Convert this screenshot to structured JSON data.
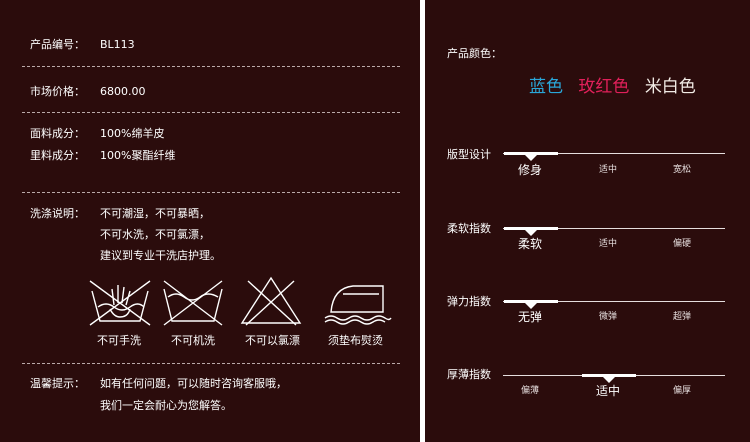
{
  "left": {
    "product_code_label": "产品编号：",
    "product_code_value": "BL113",
    "price_label": "市场价格：",
    "price_value": "6800.00",
    "fabric_label": "面料成分：",
    "fabric_value": "100%绵羊皮",
    "lining_label": "里料成分：",
    "lining_value": "100%聚酯纤维",
    "wash_label": "洗涤说明：",
    "wash_lines": [
      "不可潮湿，不可暴晒，",
      "不可水洗，不可氯漂，",
      "建议到专业干洗店护理。"
    ],
    "care_icons": [
      {
        "icon": "no-hand-wash-icon",
        "label": "不可手洗"
      },
      {
        "icon": "no-machine-wash-icon",
        "label": "不可机洗"
      },
      {
        "icon": "no-bleach-icon",
        "label": "不可以氯漂"
      },
      {
        "icon": "iron-with-cloth-icon",
        "label": "须垫布熨烫"
      }
    ],
    "tip_label": "温馨提示：",
    "tip_lines": [
      "如有任何问题，可以随时咨询客服哦，",
      "我们一定会耐心为您解答。"
    ]
  },
  "right": {
    "color_label": "产品颜色：",
    "colors": [
      {
        "name": "蓝色",
        "hex": "#2aa7d9"
      },
      {
        "name": "玫红色",
        "hex": "#e0205a"
      },
      {
        "name": "米白色",
        "hex": "#f2ece6"
      }
    ],
    "scales": [
      {
        "title": "版型设计",
        "options": [
          "修身",
          "适中",
          "宽松"
        ],
        "selected": 0
      },
      {
        "title": "柔软指数",
        "options": [
          "柔软",
          "适中",
          "偏硬"
        ],
        "selected": 0
      },
      {
        "title": "弹力指数",
        "options": [
          "无弹",
          "微弹",
          "超弹"
        ],
        "selected": 0
      },
      {
        "title": "厚薄指数",
        "options": [
          "偏薄",
          "适中",
          "偏厚"
        ],
        "selected": 1
      }
    ]
  }
}
